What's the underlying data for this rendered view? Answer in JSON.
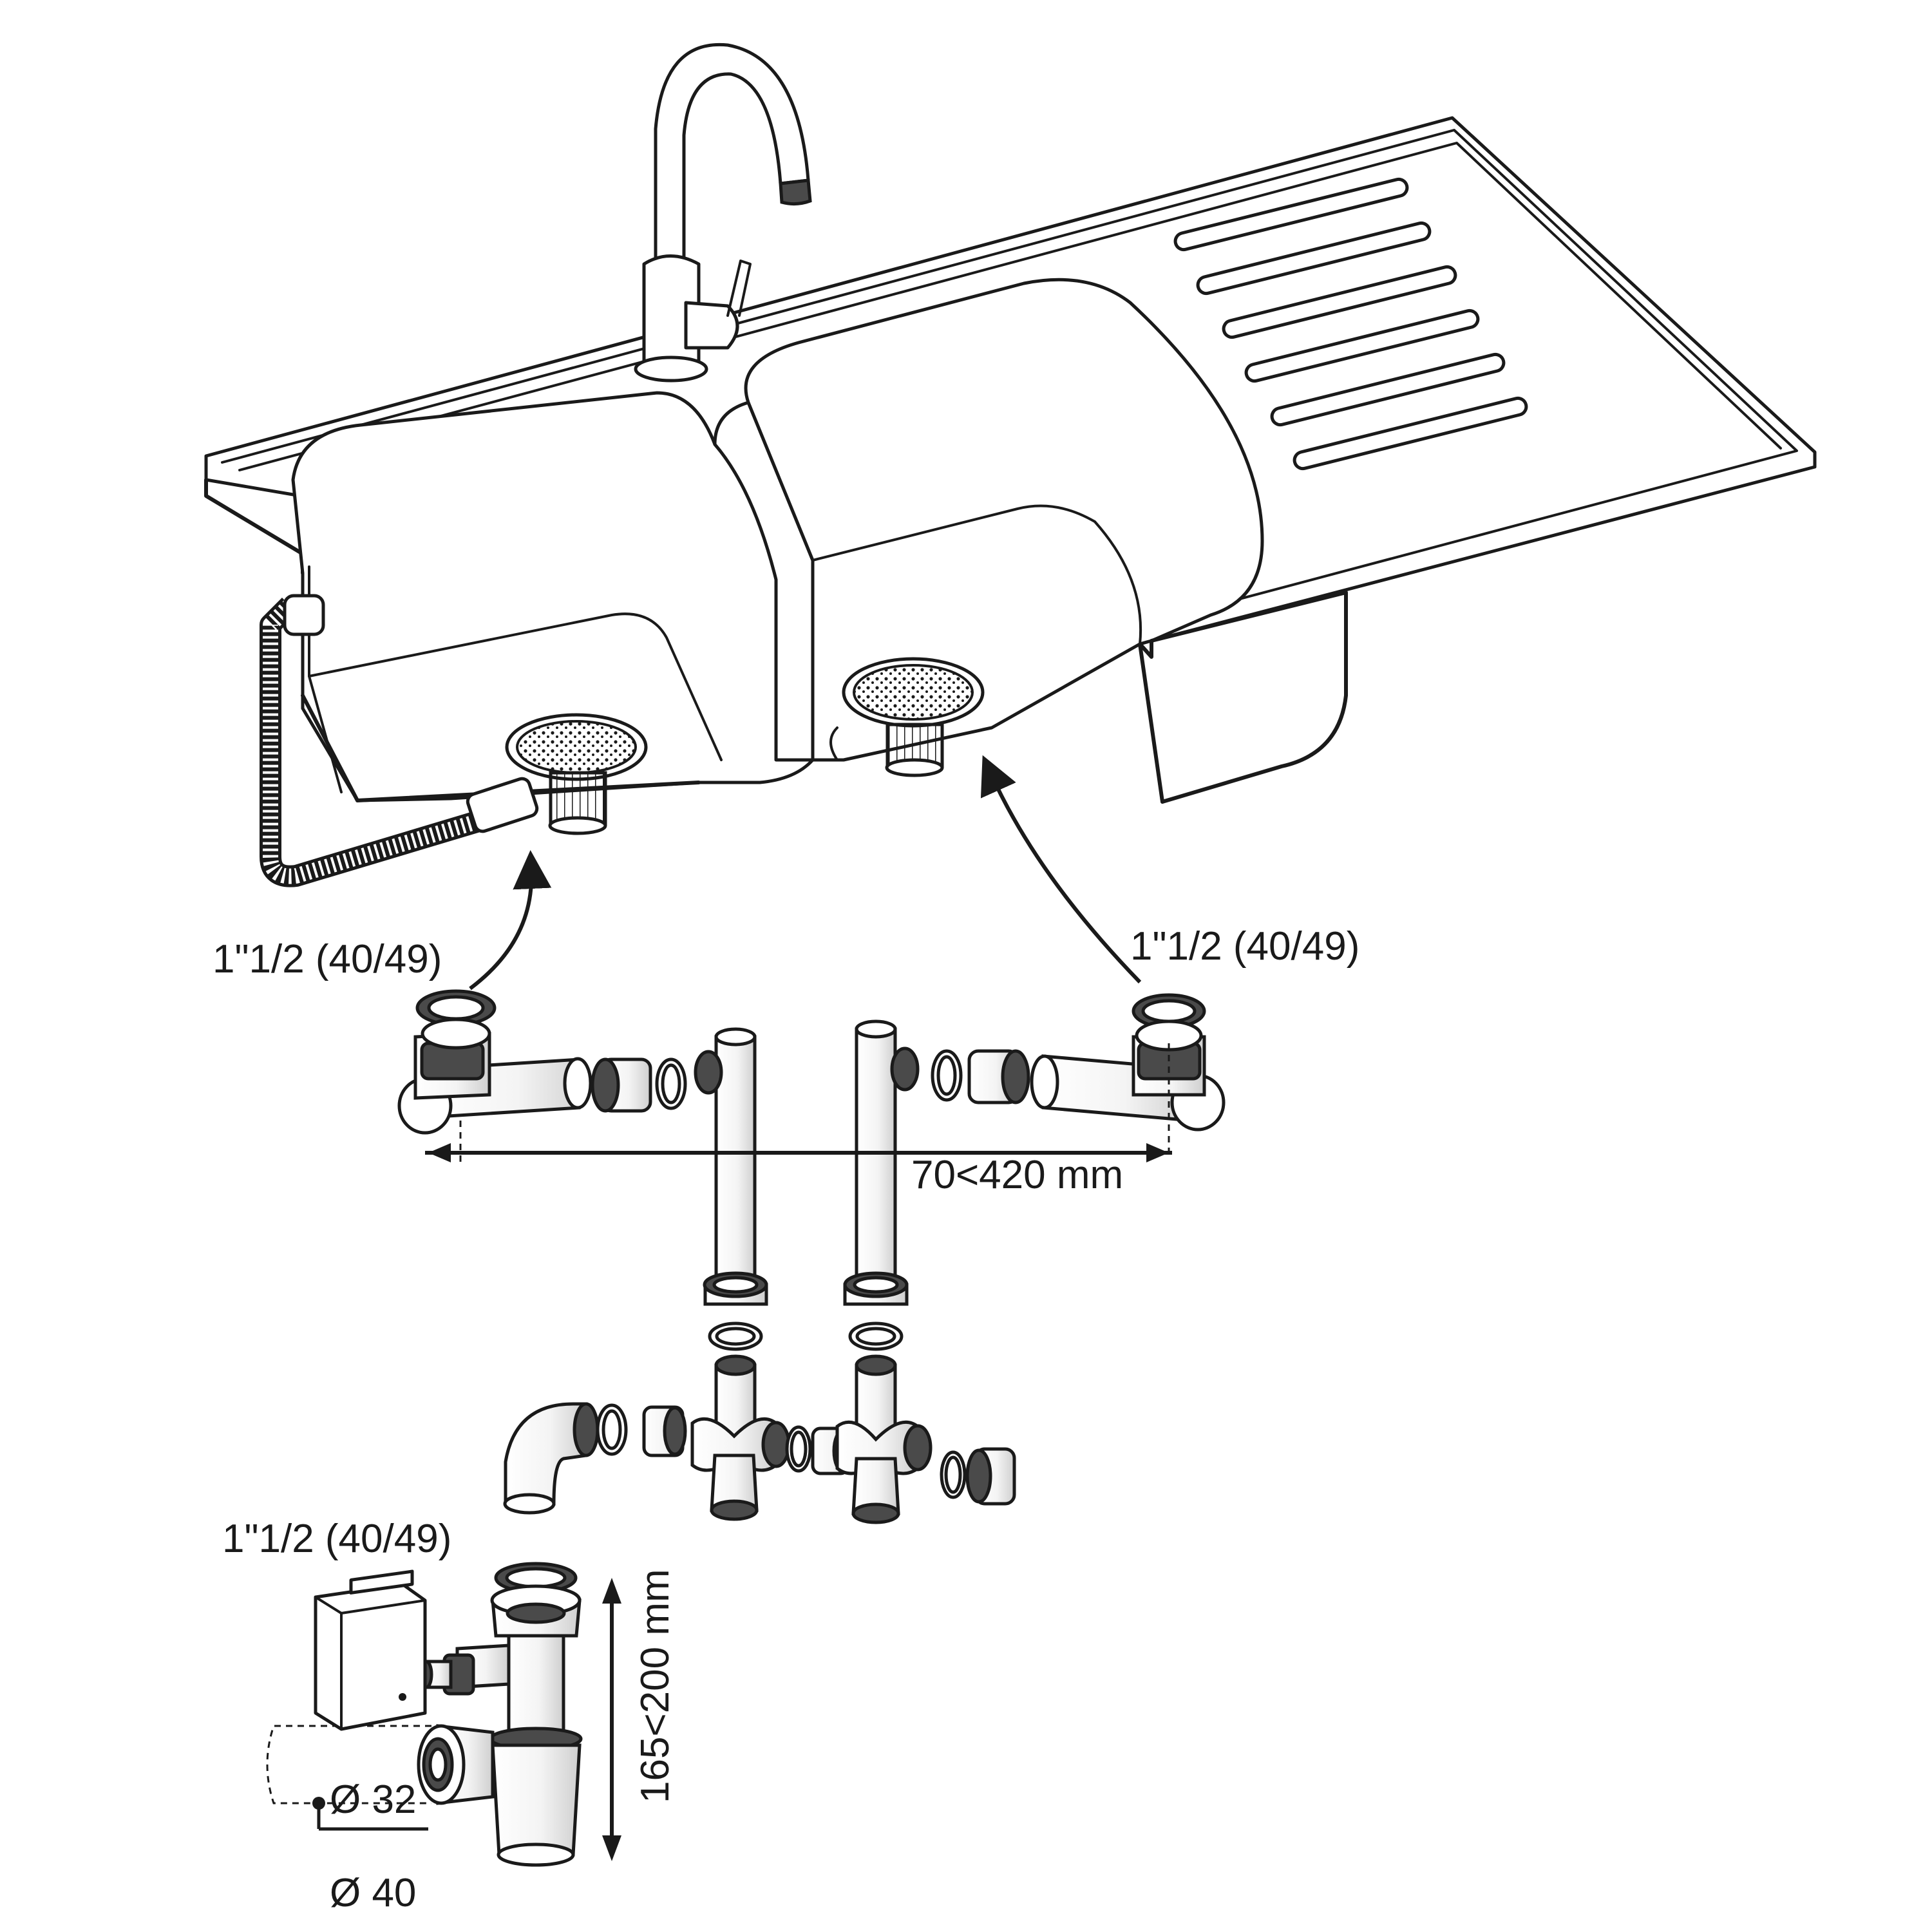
{
  "labels": {
    "left_bowl_spec": "1\"1/2 (40/49)",
    "right_bowl_spec": "1\"1/2 (40/49)",
    "siphon_spec": "1\"1/2 (40/49)",
    "width_range": "70<420 mm",
    "height_range": "165<200 mm",
    "diameter_small": "Ø 32",
    "diameter_large": "Ø 40"
  }
}
